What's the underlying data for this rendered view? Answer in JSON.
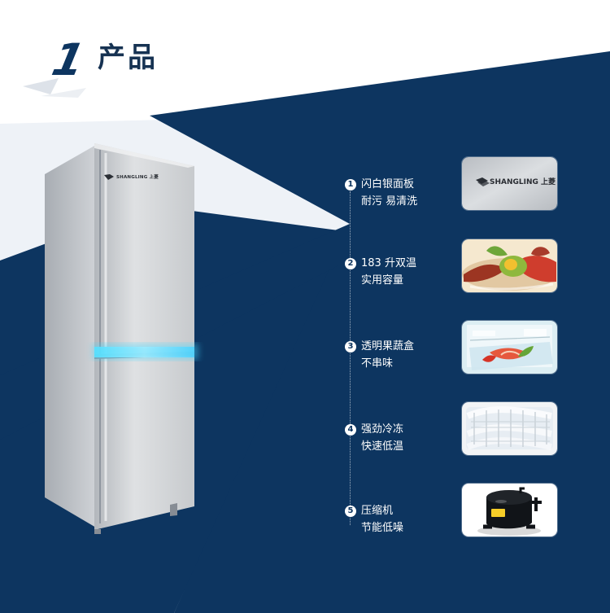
{
  "section": {
    "number": "1",
    "title": "产品"
  },
  "product": {
    "brand_label": "SHANGLING 上菱"
  },
  "features": [
    {
      "index": "1",
      "line1": "闪白银面板",
      "line2": "耐污 易清洗",
      "image_name": "silver-panel-logo-image"
    },
    {
      "index": "2",
      "line1": "183 升双温",
      "line2": "实用容量",
      "image_name": "food-storage-image"
    },
    {
      "index": "3",
      "line1": "透明果蔬盒",
      "line2": "不串味",
      "image_name": "crisper-drawer-image"
    },
    {
      "index": "4",
      "line1": "强劲冷冻",
      "line2": "快速低温",
      "image_name": "freezer-coil-image"
    },
    {
      "index": "5",
      "line1": "压缩机",
      "line2": "节能低噪",
      "image_name": "compressor-image"
    }
  ],
  "colors": {
    "navy": "#0d3560",
    "light_panel": "#eef2f7",
    "white": "#ffffff",
    "fridge_silver": "#cbced2",
    "blue_light": "#57d7ff"
  }
}
